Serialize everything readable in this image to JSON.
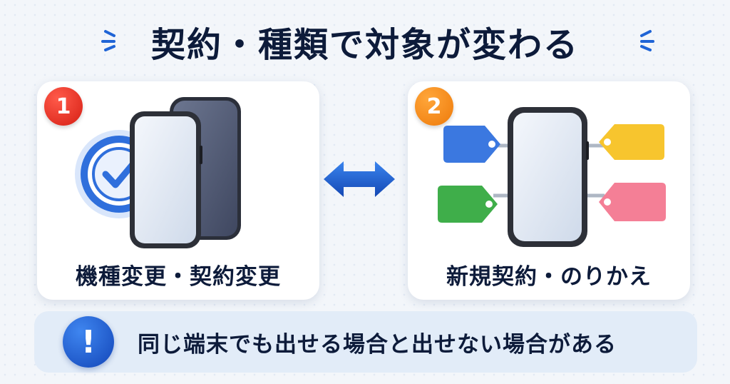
{
  "title": "契約・種類で対象が変わる",
  "cards": [
    {
      "badge": "1",
      "label": "機種変更・契約変更"
    },
    {
      "badge": "2",
      "label": "新規契約・のりかえ"
    }
  ],
  "banner": {
    "text": "同じ端末でも出せる場合と出せない場合がある"
  },
  "icons": {
    "alert": "exclamation-icon",
    "check": "checkmark-circle-icon",
    "arrow": "double-arrow-icon",
    "tags": "price-tag-icon"
  },
  "colors": {
    "accent": "#1f64d6",
    "badge_1": "#e2281c",
    "badge_2": "#f08a14",
    "tag_blue": "#3b78e0",
    "tag_yellow": "#f7c52e",
    "tag_green": "#3fae4a",
    "tag_pink": "#f47f96"
  }
}
